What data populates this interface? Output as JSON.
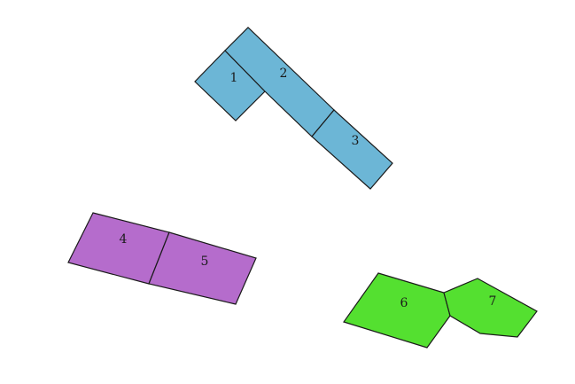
{
  "colors": {
    "blue": "#6cb6d6",
    "purple": "#b56ccc",
    "green": "#54e030",
    "outline": "#1a1a1a",
    "background": "#ffffff"
  },
  "groups": [
    {
      "color": "blue",
      "pieces": [
        {
          "label": "1"
        },
        {
          "label": "2"
        },
        {
          "label": "3"
        }
      ]
    },
    {
      "color": "purple",
      "pieces": [
        {
          "label": "4"
        },
        {
          "label": "5"
        }
      ]
    },
    {
      "color": "green",
      "pieces": [
        {
          "label": "6"
        },
        {
          "label": "7"
        }
      ]
    }
  ]
}
